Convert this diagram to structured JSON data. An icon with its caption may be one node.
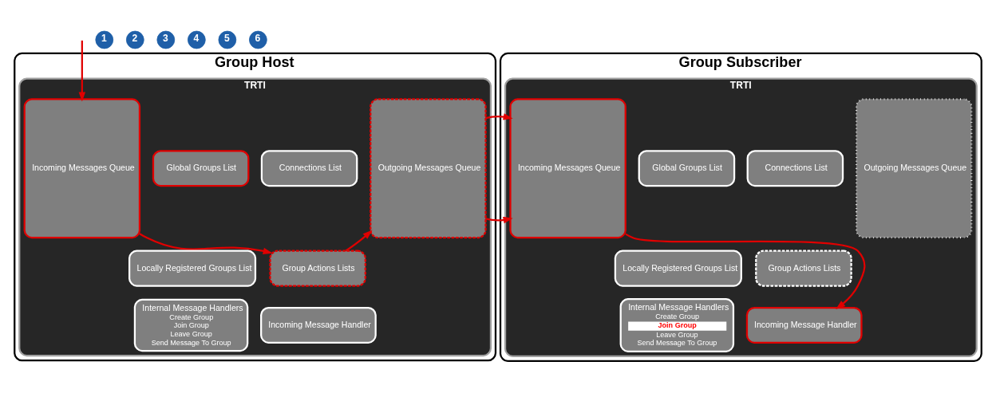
{
  "diagram": {
    "nodes": [
      {
        "text": [
          "Group Host"
        ]
      },
      {
        "text": [
          "TRTI"
        ],
        "in": 0
      },
      {
        "text": [
          "Incoming Messages Queue"
        ],
        "in": 1
      },
      {
        "text": [
          "Global Groups List"
        ],
        "in": 1
      },
      {
        "text": [
          "Connections List"
        ],
        "in": 1
      },
      {
        "text": [
          "Locally Registered Groups List"
        ],
        "in": 1
      },
      {
        "text": [
          "Group Actions Lists"
        ],
        "in": 1
      },
      {
        "text": [
          "Internal Message Handlers",
          "Create Group",
          "Join Group",
          "Leave Group",
          "Send Message To Group"
        ],
        "in": 1
      },
      {
        "text": [
          "Incoming Message Handler"
        ],
        "in": 1
      },
      {
        "text": [
          "Outgoing Messages Queue"
        ],
        "in": 1
      },
      {
        "text": [
          "Group Subscriber"
        ]
      },
      {
        "text": [
          "TRTI"
        ],
        "in": 10
      },
      {
        "text": [
          "Incoming Messages Queue"
        ],
        "in": 11
      },
      {
        "text": [
          "Global Groups List"
        ],
        "in": 11
      },
      {
        "text": [
          "Connections List"
        ],
        "in": 11
      },
      {
        "text": [
          "Locally Registered Groups List"
        ],
        "in": 11
      },
      {
        "text": [
          "Group Actions Lists"
        ],
        "in": 11
      },
      {
        "text": [
          "Internal Message Handlers",
          "Create Group",
          "Join Group",
          "Leave Group",
          "Send Message To Group"
        ],
        "in": 11
      },
      {
        "text": [
          "Incoming Message Handler"
        ],
        "in": 11
      },
      {
        "text": [
          "Outgoing Messages Queue"
        ],
        "in": 11
      }
    ],
    "edges": [
      {
        "from": null,
        "to": 2,
        "arrow": "to"
      },
      {
        "from": 2,
        "to": 6,
        "arrow": "to"
      },
      {
        "from": 6,
        "to": 9,
        "arrow": "to"
      },
      {
        "from": 9,
        "to": 12,
        "arrow": "to"
      },
      {
        "from": 12,
        "to": 18,
        "arrow": "to"
      }
    ],
    "labels": [
      "1",
      "2",
      "3",
      "4",
      "5",
      "6"
    ]
  }
}
